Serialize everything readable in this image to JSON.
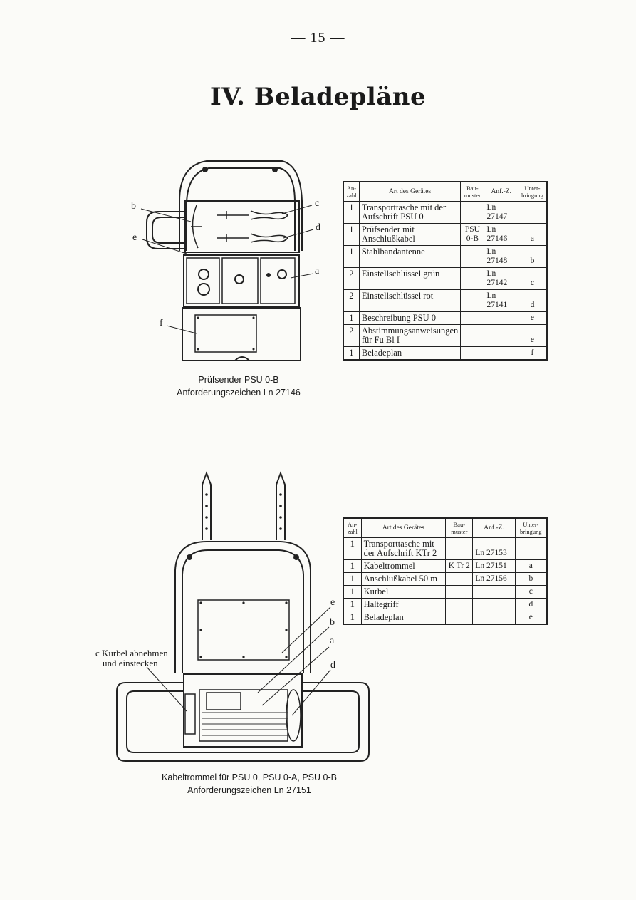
{
  "page": {
    "number": "— 15 —",
    "title": "IV. Beladepläne"
  },
  "headers": {
    "qty": "An-zahl",
    "art": "Art des Gerätes",
    "bau": "Bau-muster",
    "anf": "Anf.-Z.",
    "unt": "Unter-bringung"
  },
  "section1": {
    "caption_line1": "Prüfsender PSU 0-B",
    "caption_line2": "Anforderungszeichen Ln 27146",
    "labels": [
      "b",
      "e",
      "f",
      "c",
      "d",
      "a"
    ],
    "rows": [
      {
        "qty": "1",
        "art": "Transporttasche mit der Aufschrift PSU 0",
        "bau": "",
        "anf": "Ln 27147",
        "unt": ""
      },
      {
        "qty": "1",
        "art": "Prüfsender mit Anschlußkabel",
        "bau": "PSU 0-B",
        "anf": "Ln 27146",
        "unt": "a"
      },
      {
        "qty": "1",
        "art": "Stahlbandantenne",
        "bau": "",
        "anf": "Ln 27148",
        "unt": "b"
      },
      {
        "qty": "2",
        "art": "Einstellschlüssel grün",
        "bau": "",
        "anf": "Ln 27142",
        "unt": "c"
      },
      {
        "qty": "2",
        "art": "Einstellschlüssel rot",
        "bau": "",
        "anf": "Ln 27141",
        "unt": "d"
      },
      {
        "qty": "1",
        "art": "Beschreibung PSU 0",
        "bau": "",
        "anf": "",
        "unt": "e"
      },
      {
        "qty": "2",
        "art": "Abstimmungsanweisungen für Fu Bl I",
        "bau": "",
        "anf": "",
        "unt": "e"
      },
      {
        "qty": "1",
        "art": "Beladeplan",
        "bau": "",
        "anf": "",
        "unt": "f"
      }
    ]
  },
  "section2": {
    "caption_line1": "Kabeltrommel für PSU 0, PSU 0-A, PSU 0-B",
    "caption_line2": "Anforderungszeichen Ln 27151",
    "note_line1": "c Kurbel abnehmen",
    "note_line2": "und einstecken",
    "labels": [
      "e",
      "b",
      "a",
      "d"
    ],
    "rows": [
      {
        "qty": "1",
        "art": "Transporttasche mit der Aufschrift KTr 2",
        "bau": "",
        "anf": "Ln 27153",
        "unt": ""
      },
      {
        "qty": "1",
        "art": "Kabeltrommel",
        "bau": "K Tr 2",
        "anf": "Ln 27151",
        "unt": "a"
      },
      {
        "qty": "1",
        "art": "Anschlußkabel 50 m",
        "bau": "",
        "anf": "Ln 27156",
        "unt": "b"
      },
      {
        "qty": "1",
        "art": "Kurbel",
        "bau": "",
        "anf": "",
        "unt": "c"
      },
      {
        "qty": "1",
        "art": "Haltegriff",
        "bau": "",
        "anf": "",
        "unt": "d"
      },
      {
        "qty": "1",
        "art": "Beladeplan",
        "bau": "",
        "anf": "",
        "unt": "e"
      }
    ]
  }
}
